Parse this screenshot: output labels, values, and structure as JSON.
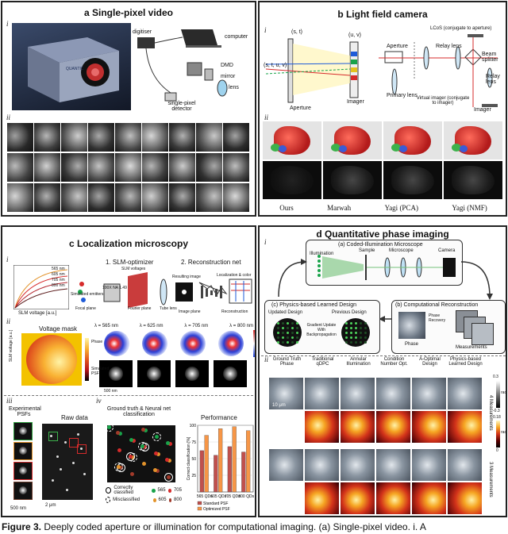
{
  "panel_a": {
    "title": "a Single-pixel video",
    "sub_i": "i",
    "sub_ii": "ii",
    "labels": [
      "digitiser",
      "computer",
      "DMD",
      "mirror",
      "lens",
      "single-pixel detector"
    ],
    "brand": "QUANTIC"
  },
  "panel_b": {
    "title": "b Light field camera",
    "sub_i": "i",
    "sub_ii": "ii",
    "left_labels": [
      "(s, t)",
      "(u, v)",
      "(s, t, u, v)",
      "Aperture",
      "Imager"
    ],
    "right_labels": [
      "LCoS (conjugate to aperture)",
      "Aperture",
      "Relay lens",
      "Beam splitter",
      "Relay lens",
      "Primary lens",
      "Virtual imager (conjugate to imager)",
      "Imager"
    ],
    "methods": [
      "Ours",
      "Marwah",
      "Yagi (PCA)",
      "Yagi (NMF)"
    ]
  },
  "panel_c": {
    "title": "c Localization microscopy",
    "sub_i": "i",
    "sub_ii": "ii",
    "sub_iii": "iii",
    "sub_iv": "iv",
    "step1": "1. SLM-optimizer",
    "step2": "2. Reconstruction net",
    "i_labels": [
      "Phase [rad]",
      "SLM voltage [a.u.]",
      "565 nm",
      "605 nm",
      "705 nm",
      "800 nm",
      "Simulated emitters",
      "Focal plane",
      "SLM voltages",
      "100X NA 1.49",
      "Fourier plane",
      "Tube lens",
      "Resulting image",
      "Image plane",
      "Localization & color",
      "Reconstruction"
    ],
    "voltage_mask": "Voltage mask",
    "ii_labels": [
      "SLM voltage [a.u.]",
      "Phase [rad]",
      "Phase",
      "Simulated PSF",
      "500 nm"
    ],
    "wavelengths": [
      "λ = 565 nm",
      "λ = 625 nm",
      "λ = 705 nm",
      "λ = 800 nm"
    ],
    "exp_title": "Experimental PSFs",
    "qd_labels": [
      "565 QD",
      "605 QD",
      "705 QD",
      "800 QD"
    ],
    "scale_500": "500 nm",
    "raw_title": "Raw data",
    "scale_2": "2 μm",
    "gt_title": "Ground truth & Neural net classification",
    "legend_correct": "Correctly classified",
    "legend_mis": "Misclassified",
    "legend_nums": [
      "565",
      "705",
      "605",
      "800"
    ],
    "perf_title": "Performance",
    "perf_ylabel": "Correct classification [%]",
    "perf_yticks": [
      "100",
      "75",
      "50",
      "25"
    ],
    "perf_cats": [
      "565 QDs",
      "605 QDs",
      "705 QDs",
      "800 QDs"
    ],
    "perf_legend": [
      "Standard PSF",
      "Optimized PSF"
    ]
  },
  "panel_d": {
    "title": "d Quantitative phase imaging",
    "sub_i": "i",
    "sub_ii": "ii",
    "box_a": "(a) Coded-Illumination Microscope",
    "a_labels": [
      "Illumination",
      "Sample",
      "Microscope",
      "Camera"
    ],
    "box_b": "(b) Computational Reconstruction",
    "b_labels": [
      "Phase Recovery",
      "Phase",
      "Measurements"
    ],
    "box_c": "(c) Physics-based Learned Design",
    "c_labels": [
      "Updated Design",
      "Previous Design",
      "Gradient Update With Backpropagation"
    ],
    "cols": [
      "Ground Truth Phase",
      "Traditional qDPC",
      "Annular Illumination",
      "Condition Number Opt.",
      "A-Optimal Design",
      "Physics-based Learned Design"
    ],
    "rows": [
      "4 Measurements",
      "Error",
      "3 Measurements",
      "Error"
    ],
    "scale": "10 μm",
    "cbar1": [
      "0.3",
      "rad",
      "-0.3"
    ],
    "cbar2": [
      "0.18",
      "rad",
      "0"
    ]
  },
  "caption": {
    "bold": "Figure 3.",
    "text": " Deeply coded aperture or illumination for computational imaging. (a) Single-pixel video. i. A"
  },
  "chart_data": {
    "type": "bar",
    "title": "Performance",
    "ylabel": "Correct classification [%]",
    "categories": [
      "565 QDs",
      "605 QDs",
      "705 QDs",
      "800 QDs"
    ],
    "ylim": [
      0,
      100
    ],
    "series": [
      {
        "name": "Standard PSF",
        "values": [
          62,
          55,
          68,
          60
        ]
      },
      {
        "name": "Optimized PSF",
        "values": [
          85,
          95,
          98,
          92
        ]
      }
    ]
  }
}
